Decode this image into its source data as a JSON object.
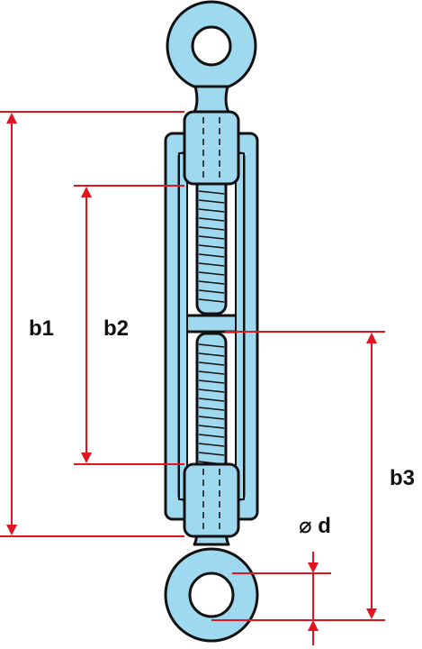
{
  "labels": {
    "b1": "b1",
    "b2": "b2",
    "b3": "b3",
    "d": "⌀ d"
  },
  "colors": {
    "metal_fill": "#9fd9ef",
    "outline": "#111111",
    "dimension": "#e3141e",
    "background": "#ffffff"
  },
  "icons": {
    "dimension_arrow": "arrow-head",
    "hidden_edge": "dashed-line"
  }
}
